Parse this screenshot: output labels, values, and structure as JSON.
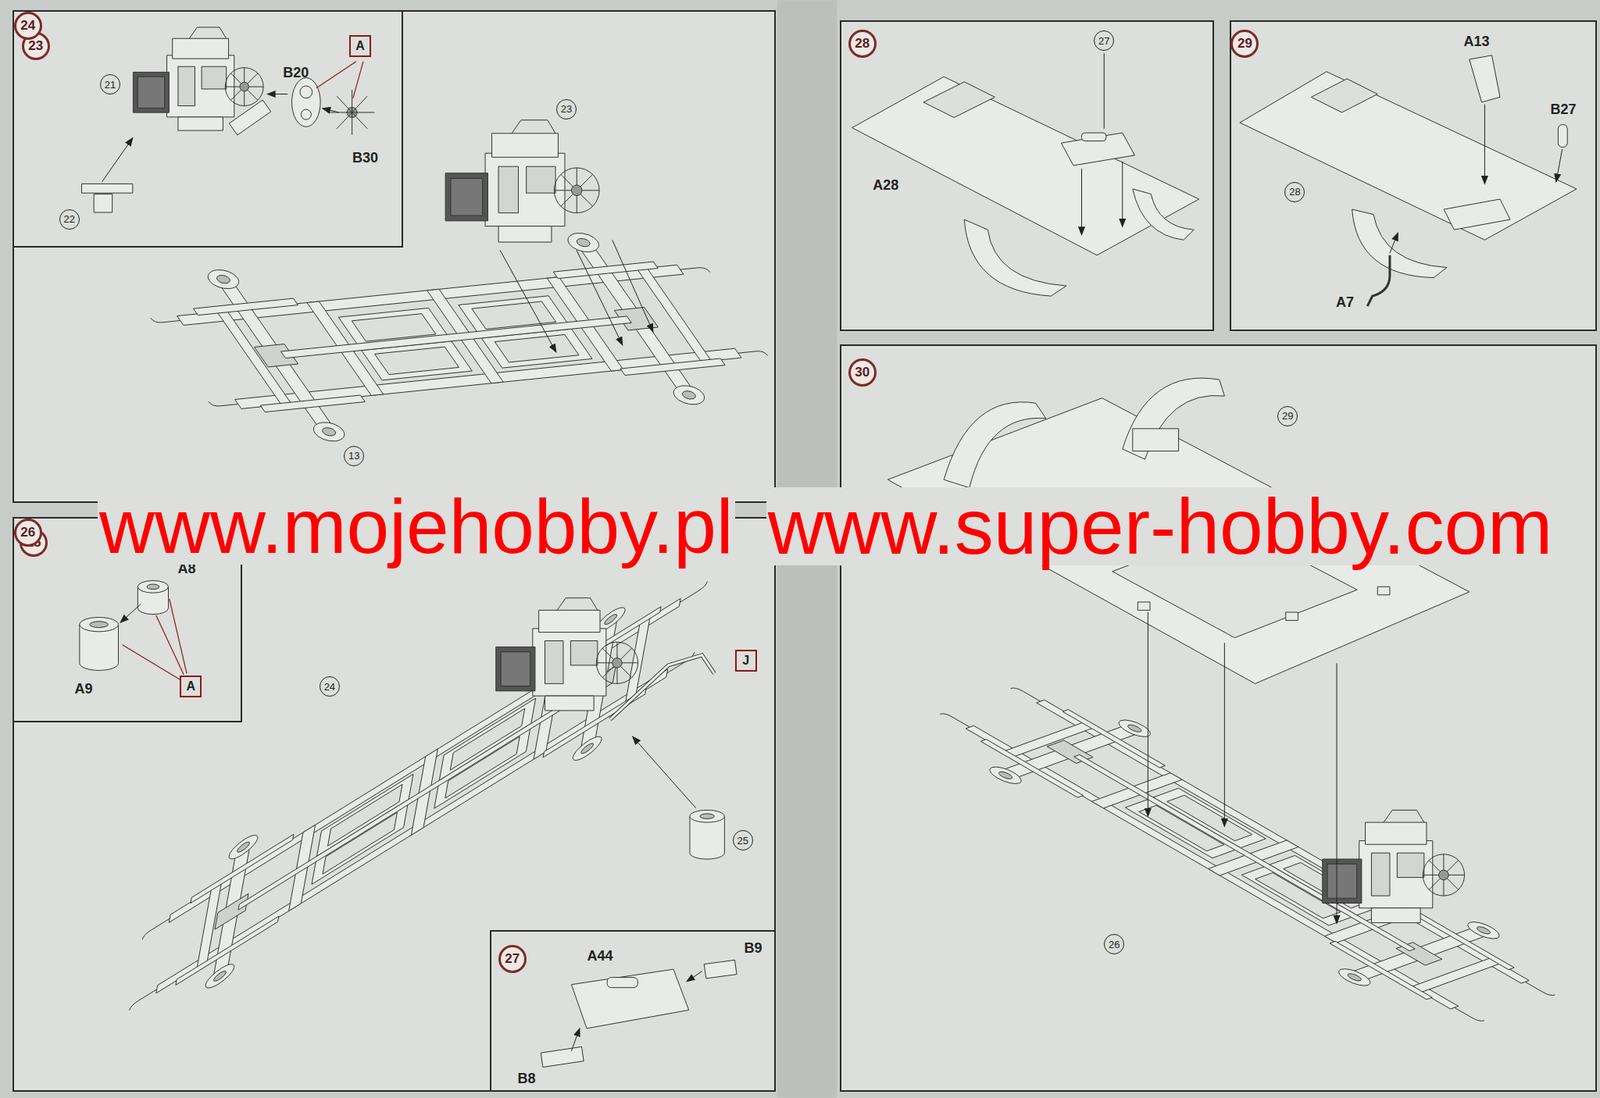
{
  "diagram": {
    "nodes": [
      {
        "text": [
          "24"
        ]
      },
      {
        "text": [
          "23"
        ],
        "in": 0
      },
      {
        "text": [
          "21"
        ],
        "in": 1
      },
      {
        "text": [
          "A"
        ],
        "in": 1
      },
      {
        "text": [
          "22"
        ],
        "in": 1
      },
      {
        "text": [
          "23"
        ],
        "in": 0
      },
      {
        "text": [
          "13"
        ],
        "in": 0
      },
      {
        "text": [
          "28"
        ]
      },
      {
        "text": [
          "27"
        ],
        "in": 7
      },
      {
        "text": [
          "29"
        ]
      },
      {
        "text": [
          "28"
        ],
        "in": 9
      },
      {
        "text": [
          "26"
        ]
      },
      {
        "text": [
          "25"
        ],
        "in": 11
      },
      {
        "text": [
          "A"
        ],
        "in": 12
      },
      {
        "text": [
          "24"
        ],
        "in": 11
      },
      {
        "text": [
          "J"
        ],
        "in": 11
      },
      {
        "text": [
          "25"
        ],
        "in": 11
      },
      {
        "text": [
          "27"
        ],
        "in": 11
      },
      {
        "text": [
          "30"
        ]
      },
      {
        "text": [
          "29"
        ],
        "in": 18
      },
      {
        "text": [
          "26"
        ],
        "in": 18
      }
    ],
    "labels": [
      "B20",
      "B30",
      "A13",
      "B27",
      "A28",
      "A7",
      "A8",
      "A9",
      "A44",
      "B9",
      "B8",
      "www.mojehobby.pl",
      "www.super-hobby.com"
    ]
  }
}
